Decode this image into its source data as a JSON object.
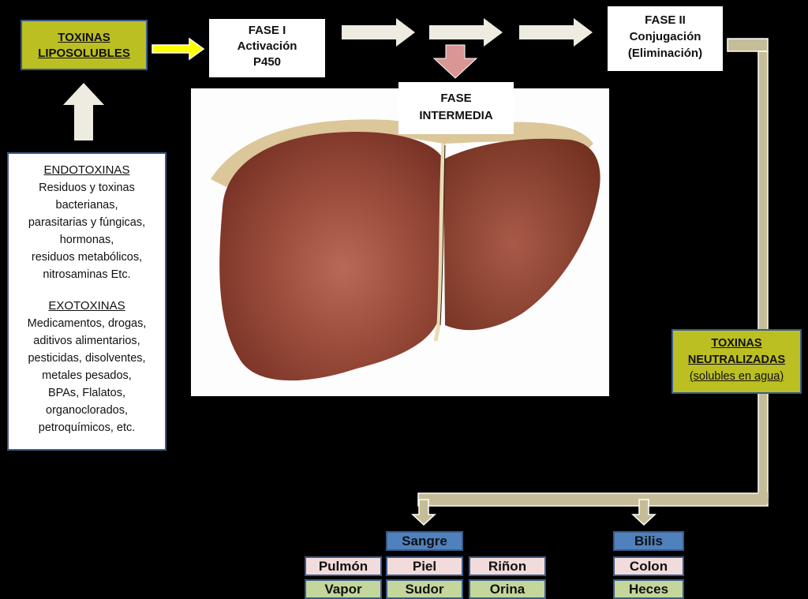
{
  "diagram": {
    "toxinas_liposolubles": {
      "line1": "TOXINAS",
      "line2": "LIPOSOLUBLES"
    },
    "fase1": {
      "line1": "FASE I",
      "line2": "Activación",
      "line3": "P450"
    },
    "fase_intermedia": {
      "line1": "FASE",
      "line2": "INTERMEDIA"
    },
    "fase2": {
      "line1": "FASE II",
      "line2": "Conjugación",
      "line3": "(Eliminación)"
    },
    "toxinas_neutralizadas": {
      "line1": "TOXINAS",
      "line2": "NEUTRALIZADAS",
      "line3": "(solubles en agua)"
    },
    "endotoxinas": {
      "title": "ENDOTOXINAS",
      "lines": [
        "Residuos y toxinas",
        "bacterianas,",
        "parasitarias y fúngicas,",
        "hormonas,",
        "residuos metabólicos,",
        "nitrosaminas Etc."
      ]
    },
    "exotoxinas": {
      "title": "EXOTOXINAS",
      "lines": [
        "Medicamentos, drogas,",
        "aditivos alimentarios,",
        "pesticidas, disolventes,",
        "metales pesados,",
        "BPAs, Flalatos,",
        "organoclorados,",
        "petroquímicos, etc."
      ]
    },
    "routes": {
      "sangre": {
        "header": "Sangre",
        "organs": [
          "Pulmón",
          "Piel",
          "Riñon"
        ],
        "outputs": [
          "Vapor",
          "Sudor",
          "Orina"
        ]
      },
      "bilis": {
        "header": "Bilis",
        "organ": "Colon",
        "output": "Heces"
      }
    },
    "image": {
      "subject": "liver-illustration"
    },
    "colors": {
      "olive_box": "#bcbf22",
      "box_border": "#3b5a8a",
      "arrow_light": "#eeece1",
      "arrow_yellow": "#ffff00",
      "arrow_pink": "#d99694",
      "pipe": "#c4bd97",
      "header_blue": "#4f81bd",
      "organ_pink": "#f2dcdb",
      "output_green": "#c3d69b"
    }
  }
}
